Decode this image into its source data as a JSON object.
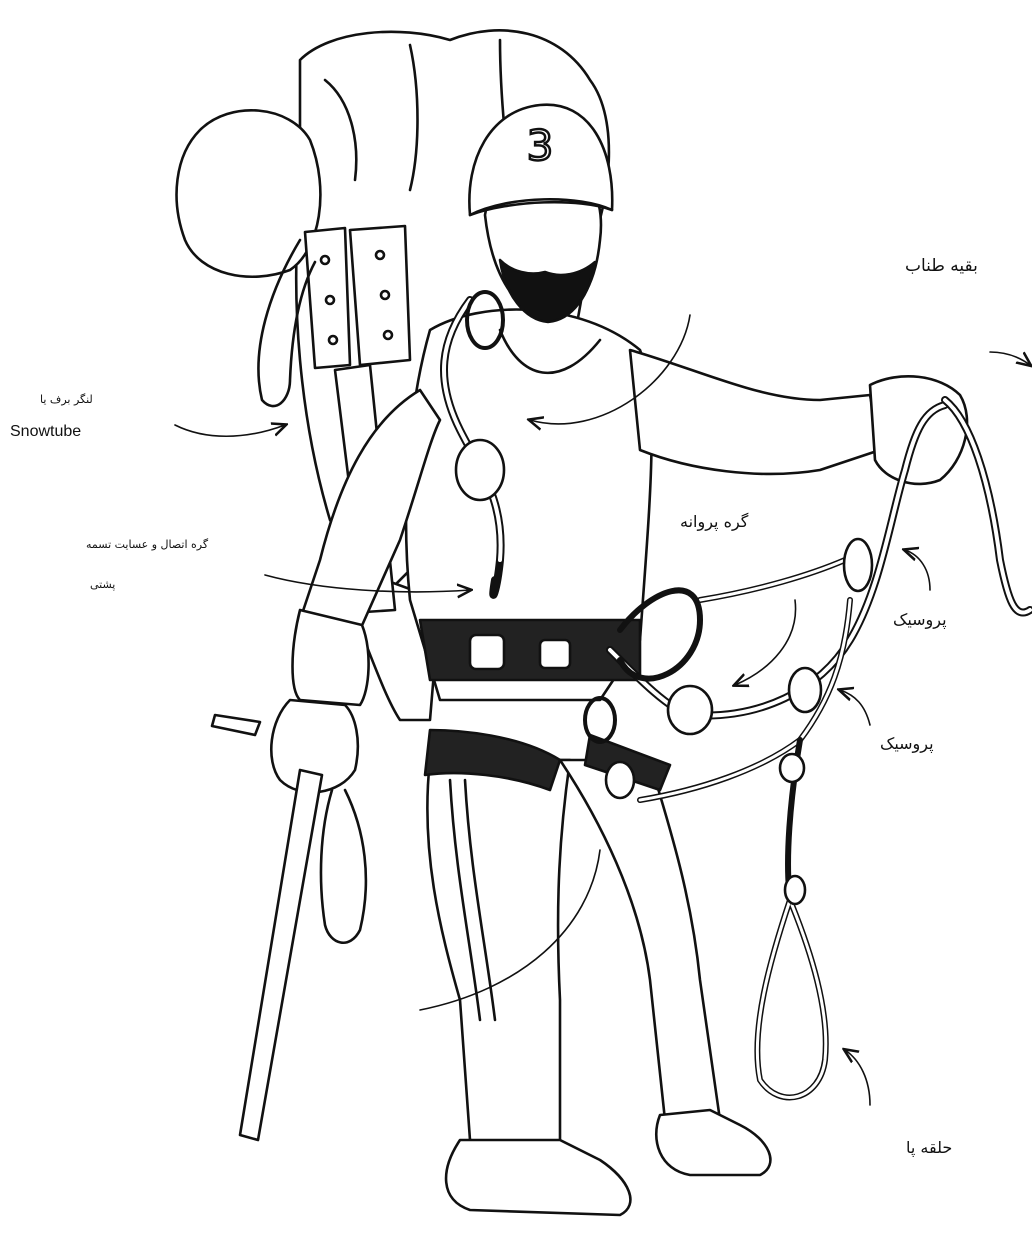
{
  "labels": {
    "rest_of_rope": "بقیه طناب",
    "anchor_fa": "لنگر برف یا",
    "anchor_en": "Snowtube",
    "butterfly_knot": "گره پروانه",
    "chest_line1": "گره اتصال و عسایت تسمه",
    "chest_line2": "پشتی",
    "prusik_upper": "پروسیک",
    "prusik_lower": "پروسیک",
    "foot_loop": "حلقه پا"
  },
  "figure": {
    "helmet_number": "3"
  }
}
